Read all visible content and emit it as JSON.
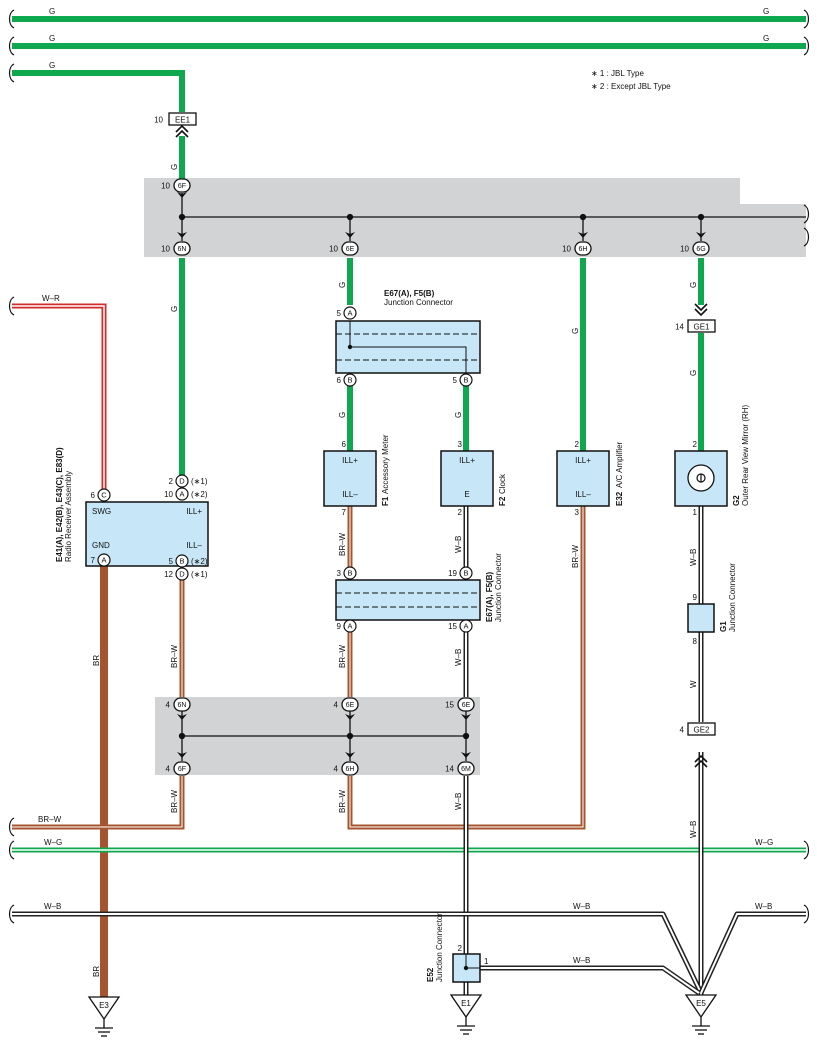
{
  "colors": {
    "G": "#0ea84e",
    "BR": "#a4542e",
    "BR-W": "#a4542e",
    "W-R": "#d42b2b",
    "W-G": "#0ea84e",
    "W-B": "#222222",
    "joint_bg": "#d2d3d5",
    "component_fill": "#c7e6f7"
  },
  "notes": {
    "n1": "∗ 1 : JBL Type",
    "n2": "∗ 2 : Except JBL Type"
  },
  "wires": {
    "g": "G",
    "br": "BR",
    "brw": "BR–W",
    "wr": "W–R",
    "wg": "W–G",
    "wb": "W–B",
    "w": "W"
  },
  "connectors": {
    "ee1": "EE1",
    "ge1": "GE1",
    "ge2": "GE2",
    "c6f": "6F",
    "c6n": "6N",
    "c6e": "6E",
    "c6h": "6H",
    "c6g": "6G",
    "c6m": "6M",
    "a": "A",
    "b": "B",
    "c": "C",
    "d": "D",
    "e": "E"
  },
  "pins": {
    "p1": "1",
    "p2": "2",
    "p3": "3",
    "p4": "4",
    "p5": "5",
    "p6": "6",
    "p7": "7",
    "p8": "8",
    "p9": "9",
    "p10": "10",
    "p12": "12",
    "p14": "14",
    "p15": "15",
    "p19": "19"
  },
  "radio": {
    "id": "E41(A), E42(B), E43(C), E83(D)",
    "name": "Radio Receiver Assembly",
    "swg": "SWG",
    "gnd": "GND",
    "illp": "ILL+",
    "illm": "ILL–",
    "jbl": "(∗1)",
    "except": "(∗2)"
  },
  "junction_top": {
    "id": "E67(A), F5(B)",
    "name": "Junction Connector"
  },
  "junction_bottom": {
    "id": "E67(A), F5(B)",
    "name": "Junction Connector"
  },
  "f1": {
    "id": "F1",
    "name": "Accessory Meter",
    "illp": "ILL+",
    "illm": "ILL–"
  },
  "f2": {
    "id": "F2",
    "name": "Clock",
    "illp": "ILL+",
    "e": "E"
  },
  "e32": {
    "id": "E32",
    "name": "A/C Amplifier",
    "illp": "ILL+",
    "illm": "ILL–"
  },
  "g2": {
    "id": "G2",
    "name": "Outer Rear View Mirror (RH)"
  },
  "g1": {
    "id": "G1",
    "name": "Junction Connector"
  },
  "e52": {
    "id": "E52",
    "name": "Junction Connector"
  },
  "grounds": {
    "e3": "E3",
    "e1": "E1",
    "e5": "E5"
  }
}
